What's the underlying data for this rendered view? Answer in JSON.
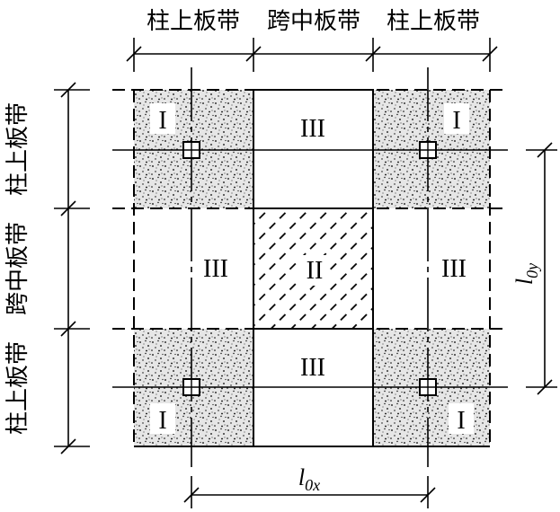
{
  "strips": {
    "top": [
      "柱上板带",
      "跨中板带",
      "柱上板带"
    ],
    "left": [
      "柱上板带",
      "跨中板带",
      "柱上板带"
    ]
  },
  "panels": {
    "corner": "I",
    "edge": "III",
    "center": "II"
  },
  "dimensions": {
    "x_base": "l",
    "x_sub": "0x",
    "y_base": "l",
    "y_sub": "0y"
  }
}
